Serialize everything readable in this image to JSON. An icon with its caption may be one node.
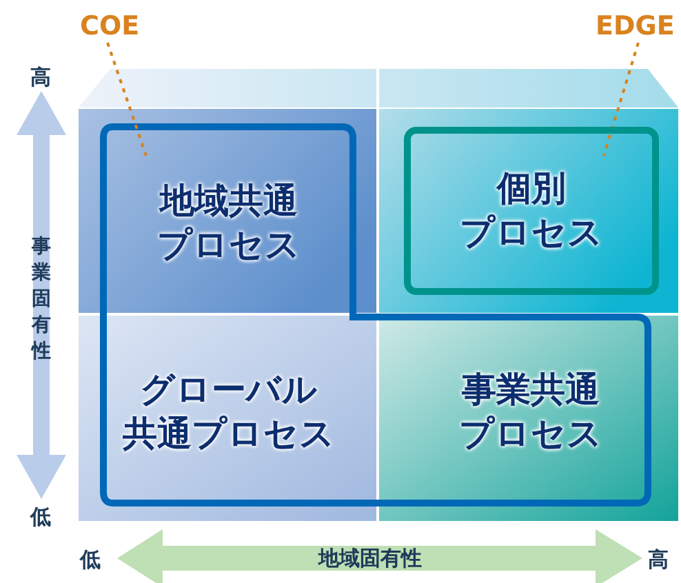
{
  "diagram": {
    "nodes": [
      {
        "text": [
          "COE"
        ]
      },
      {
        "text": [
          "EDGE"
        ]
      },
      {
        "text": [],
        "shape": "box"
      },
      {
        "text": [
          "地域共通プロセス"
        ],
        "in": 2
      },
      {
        "text": [
          "個別プロセス"
        ]
      },
      {
        "text": [
          "グローバル共通プロセス"
        ],
        "in": 2
      },
      {
        "text": [
          "事業共通プロセス"
        ],
        "in": 2
      }
    ],
    "edges": [
      {
        "from": 0,
        "to": 2,
        "arrow": "none",
        "style": "dashed",
        "color": "#d9821e"
      },
      {
        "from": 1,
        "to": 4,
        "arrow": "none",
        "style": "dashed",
        "color": "#d9821e"
      }
    ],
    "labels": [
      "高",
      "事業固有性",
      "低",
      "低",
      "地域固有性",
      "高"
    ]
  }
}
